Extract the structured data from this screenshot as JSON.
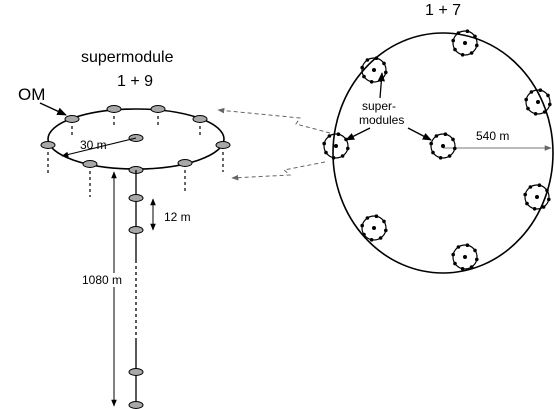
{
  "labels": {
    "supermodule_title": "supermodule",
    "left_count": "1 + 9",
    "right_count": "1 + 7",
    "om": "OM",
    "radius_small": "30 m",
    "spacing": "12 m",
    "depth": "1080 m",
    "radius_large": "540 m",
    "supermodules_line1": "super-",
    "supermodules_line2": "modules"
  },
  "colors": {
    "om_fill": "#a8a8a8",
    "stroke": "#000000",
    "dashed_arrow": "#555555",
    "arrow": "#888888"
  }
}
